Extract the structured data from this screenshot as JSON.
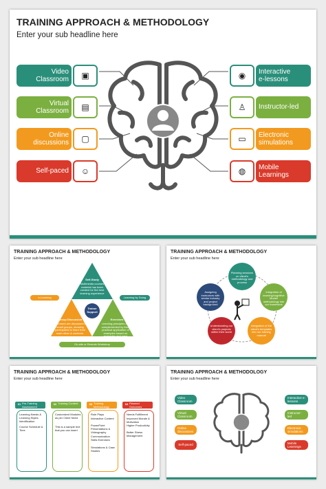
{
  "main": {
    "title": "TRAINING APPROACH & METHODOLOGY",
    "subtitle": "Enter your sub headline here",
    "left_items": [
      {
        "label_line1": "Video",
        "label_line2": "Classroom",
        "color": "#2a8f7a",
        "icon": "video-classroom-icon"
      },
      {
        "label_line1": "Virtual",
        "label_line2": "Classroom",
        "color": "#7bb041",
        "icon": "virtual-classroom-icon"
      },
      {
        "label_line1": "Online",
        "label_line2": "discussions",
        "color": "#f29a1f",
        "icon": "online-discussion-icon"
      },
      {
        "label_line1": "Self-paced",
        "label_line2": "",
        "color": "#d93a2b",
        "icon": "self-paced-icon"
      }
    ],
    "right_items": [
      {
        "label_line1": "Interactive",
        "label_line2": "e-lessons",
        "color": "#2a8f7a",
        "icon": "interactive-lesson-icon"
      },
      {
        "label_line1": "Instructor-led",
        "label_line2": "",
        "color": "#7bb041",
        "icon": "instructor-icon"
      },
      {
        "label_line1": "Electronic",
        "label_line2": "simulations",
        "color": "#f29a1f",
        "icon": "electronic-simulation-icon"
      },
      {
        "label_line1": "Mobile",
        "label_line2": "Learnings",
        "color": "#d93a2b",
        "icon": "mobile-learning-icon"
      }
    ]
  },
  "thumb1": {
    "title": "TRAINING APPROACH & METHODOLOGY",
    "subtitle": "Enter your sub headline here",
    "self_study": "Self-Study",
    "self_study_desc": "Multimedia courses material has been created for the best learning experience",
    "trainer": "Trainer Support",
    "group": "Group Discussion",
    "group_desc": "Exercises are discussed in small groups, showing participants to learn from each other & contexts.",
    "exercises": "Exercises",
    "exercises_desc": "Learning principles are complemented by their practical application of examples based on examples and case studies.",
    "elearning": "e-Learning",
    "learning_by_doing": "Learning by Doing",
    "on_site": "On-site or Remote Workshop"
  },
  "thumb2": {
    "title": "TRAINING APPROACH & METHODOLOGY",
    "subtitle": "Enter your sub headline here",
    "steps": [
      {
        "text": "Planning sessions on client's methodology and process",
        "color": "#2a8f7a"
      },
      {
        "text": "Integration of learning/cognitive Model/ methodology into our framework",
        "color": "#7bb041"
      },
      {
        "text": "Integration of the client's templates into our training manual",
        "color": "#f29a1f"
      },
      {
        "text": "Understanding our client's projects within their world",
        "color": "#c0272d"
      },
      {
        "text": "Assigning instructors with similar industry and project background",
        "color": "#2c4a7a"
      }
    ]
  },
  "thumb3": {
    "title": "TRAINING APPROACH & METHODOLOGY",
    "subtitle": "Enter your sub headline here",
    "columns": [
      {
        "num": "01",
        "head": "Pre-Training Assessment",
        "color": "#2a8f7a",
        "items": [
          "Learning Needs & Learning Styles Identification",
          "Course Schedule & Time"
        ]
      },
      {
        "num": "02",
        "head": "Training Content",
        "color": "#7bb041",
        "items": [
          "Customized Modules as per Client Need",
          "This is a sample text that you can insert"
        ]
      },
      {
        "num": "03",
        "head": "Training Methodology",
        "color": "#f29a1f",
        "items": [
          "Role Plays",
          "Interactive Content",
          "PowerPoint Presentations & Videography",
          "Communication Skills Exercises",
          "Simulations & Case Studies"
        ]
      },
      {
        "num": "04",
        "head": "Planned Outcomes",
        "color": "#d93a2b",
        "items": [
          "Needs Fulfillment",
          "Improved Morale & Motivation",
          "Higher Productivity",
          "Better Stress Management"
        ]
      }
    ]
  },
  "thumb4": {
    "title": "TRAINING APPROACH & METHODOLOGY",
    "subtitle": "Enter your sub headline here",
    "left": [
      "Video Classroom",
      "Virtual Classroom",
      "Online discussions",
      "Self-paced"
    ],
    "right": [
      "Interactive e-lessons",
      "Instructor-led",
      "Electronic simulations",
      "Mobile Learnings"
    ]
  }
}
